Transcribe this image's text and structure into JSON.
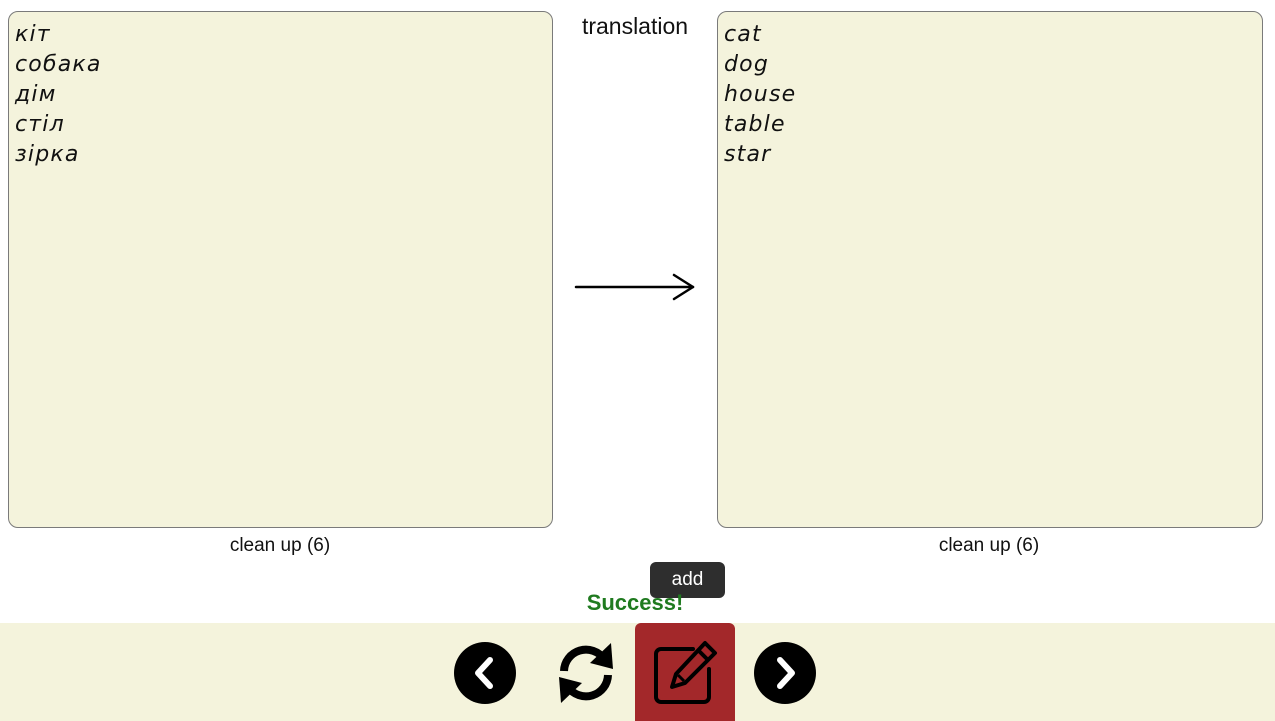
{
  "source": {
    "words": [
      "кіт",
      "собака",
      "дім",
      "стіл",
      "зірка"
    ],
    "cleanup_label": "clean up (6)"
  },
  "target": {
    "words": [
      "cat",
      "dog",
      "house",
      "table",
      "star"
    ],
    "cleanup_label": "clean up (6)"
  },
  "direction_label": "translation",
  "tooltip": "add",
  "status": "Success!",
  "toolbar": {
    "buttons": [
      "chevron-left-icon",
      "sync-icon",
      "edit-icon",
      "chevron-right-icon"
    ],
    "active_button_color": "#a3282a"
  },
  "colors": {
    "panel_background": "#f4f3dc",
    "status_color": "#1f7a1f"
  }
}
